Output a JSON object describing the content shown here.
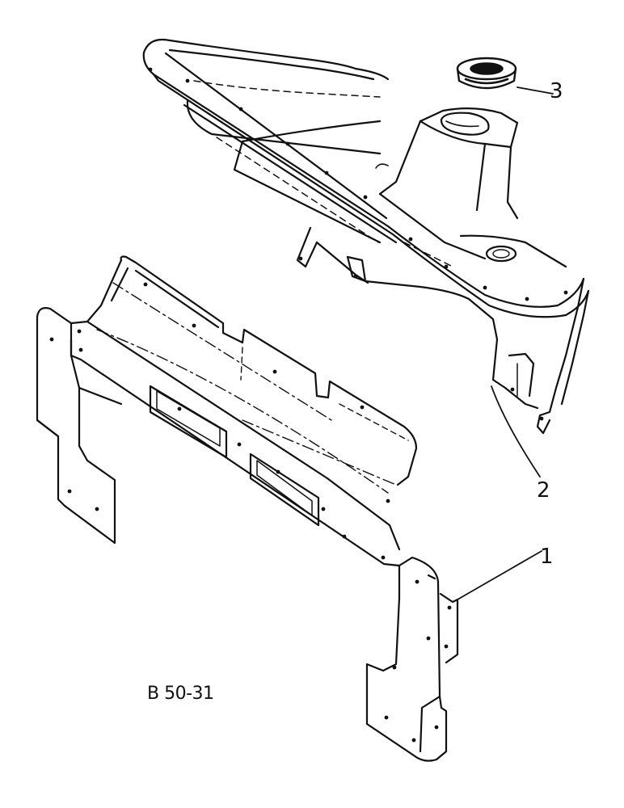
{
  "figure": {
    "code": "B 50-31",
    "ink_color": "#111111",
    "background": "#ffffff"
  },
  "callouts": [
    {
      "number": "1",
      "part": "front-panel"
    },
    {
      "number": "2",
      "part": "dash-housing"
    },
    {
      "number": "3",
      "part": "grommet"
    }
  ]
}
